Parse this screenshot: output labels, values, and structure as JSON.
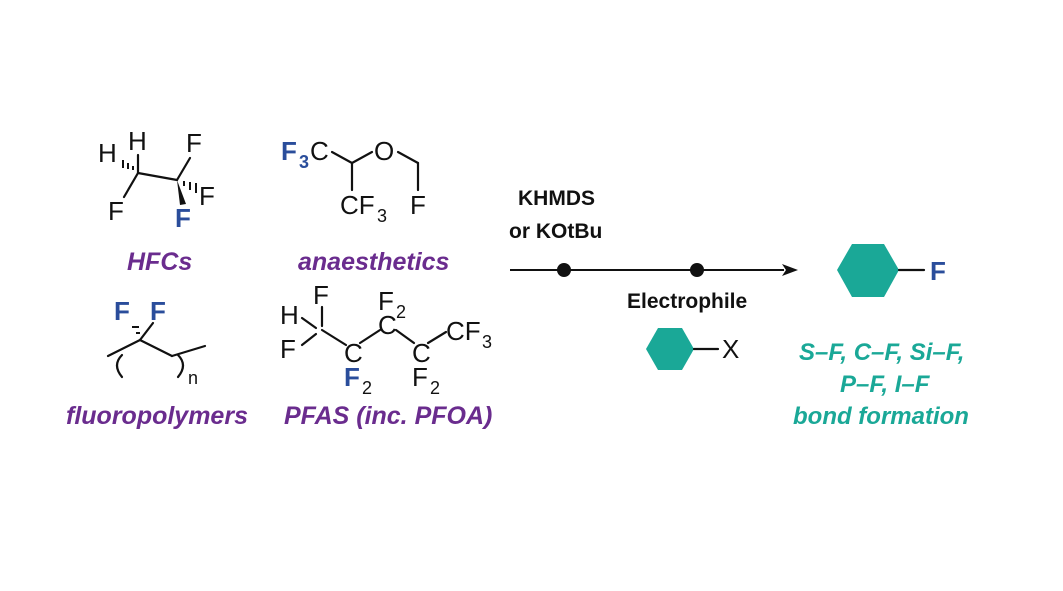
{
  "colors": {
    "label_purple": "#6a2c8e",
    "fluorine_blue": "#2a4d9b",
    "product_teal": "#1aa897",
    "hexagon_fill": "#1aa897",
    "ink": "#111111"
  },
  "sources": [
    {
      "label": "HFCs",
      "atoms": {
        "h_top": "H",
        "h_left": "H",
        "f_bottom_left": "F",
        "f_top_right": "F",
        "f_right": "F",
        "f_bottom_blue": "F"
      }
    },
    {
      "label": "anaesthetics",
      "atoms": {
        "f3c_f": "F",
        "f3c_sub": "3",
        "f3c_c": "C",
        "o": "O",
        "cf3_c": "CF",
        "cf3_sub": "3",
        "f": "F"
      }
    },
    {
      "label": "fluoropolymers",
      "atoms": {
        "f_left": "F",
        "f_right": "F",
        "n": "n"
      }
    },
    {
      "label": "PFAS (inc. PFOA)",
      "atoms": {
        "h": "H",
        "f_top": "F",
        "f_left": "F",
        "c1": "C",
        "f2_1": "F",
        "sub_1": "2",
        "c2": "C",
        "f2_2": "F",
        "sub_2": "2",
        "c3": "C",
        "f2_3": "F",
        "sub_3": "2",
        "cf3": "CF",
        "cf3_sub": "3"
      }
    }
  ],
  "reagents": {
    "line1": "KHMDS",
    "line2": "or KOtBu",
    "electrophile": "Electrophile",
    "leaving_group": "X"
  },
  "product": {
    "atom": "F",
    "lines": [
      "S–F, C–F, Si–F,",
      "P–F, I–F",
      "bond formation"
    ]
  }
}
